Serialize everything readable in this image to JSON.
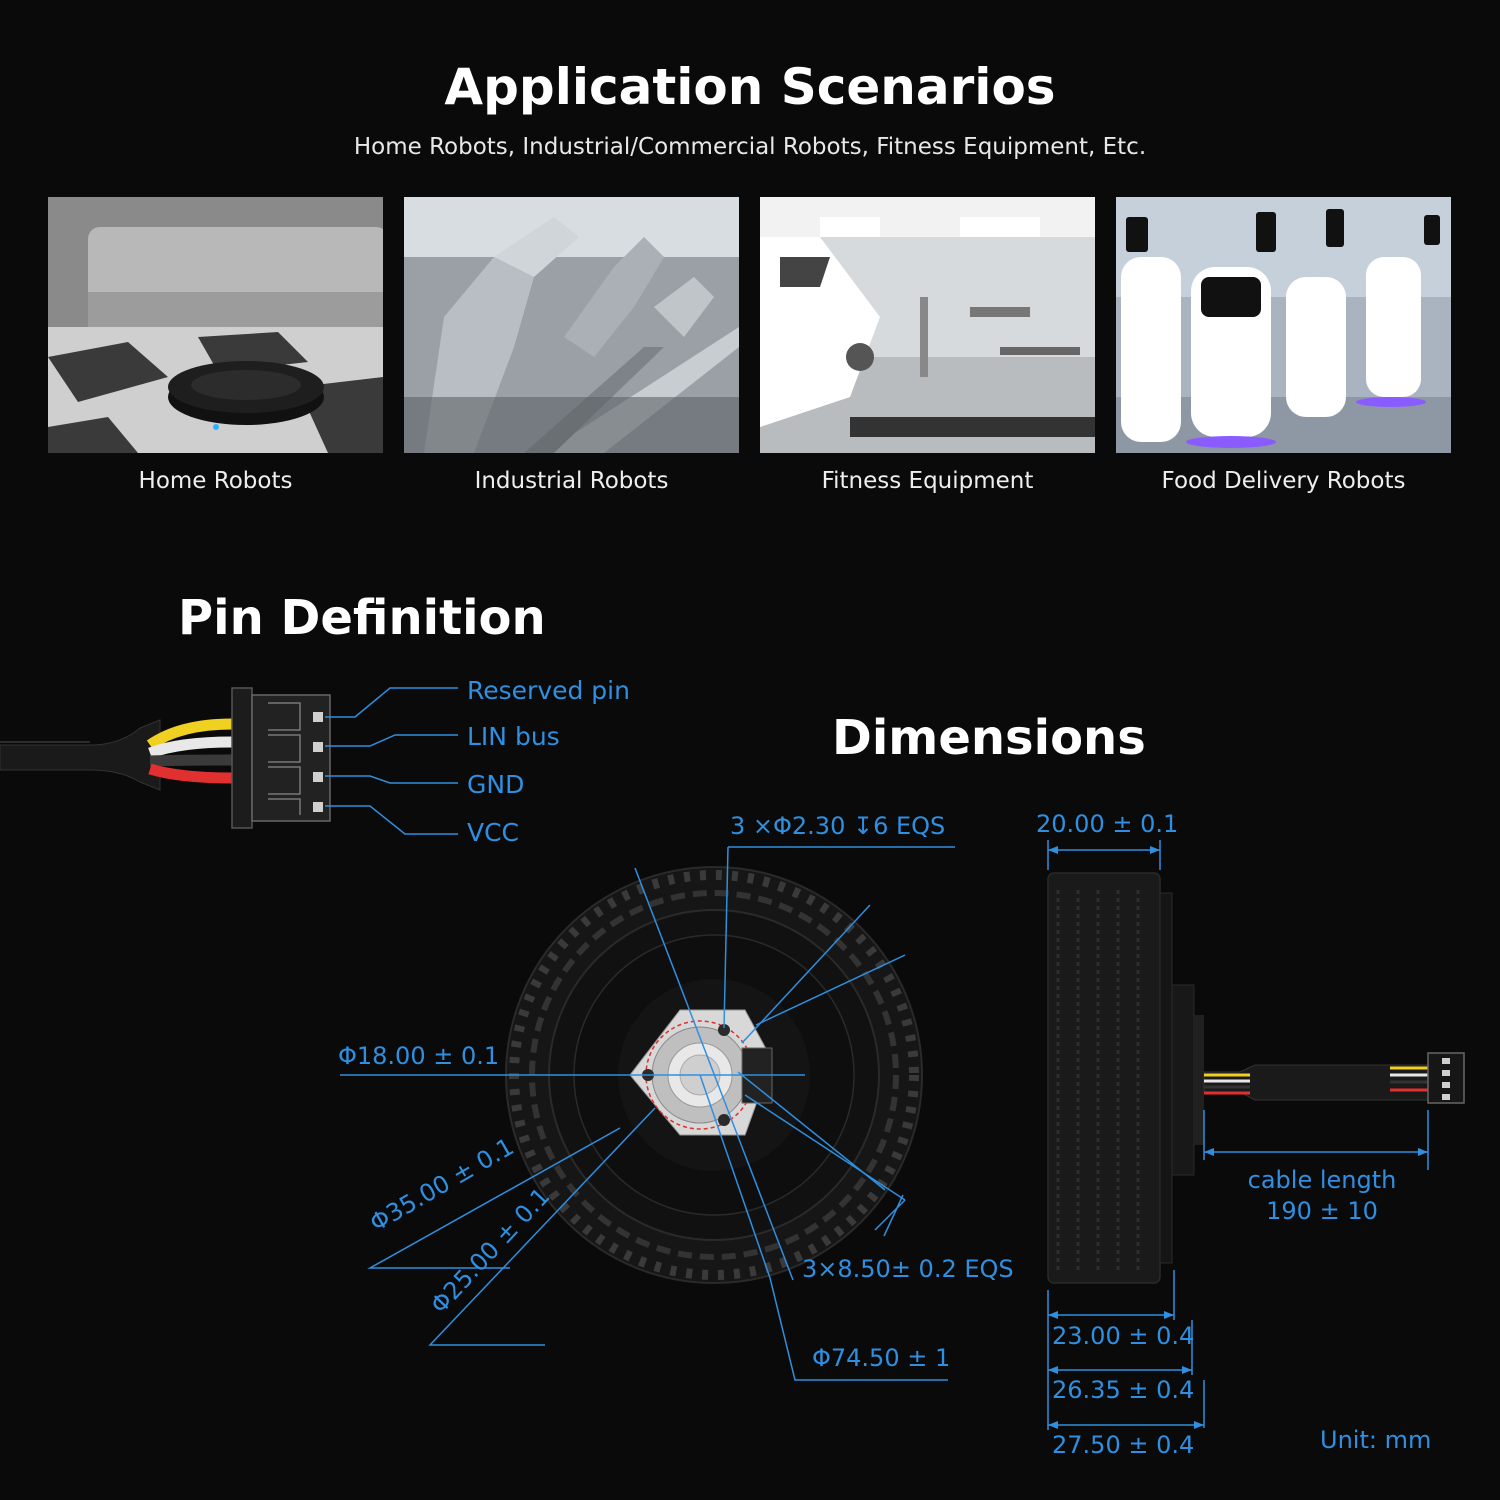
{
  "header": {
    "title": "Application Scenarios",
    "subtitle": "Home Robots, Industrial/Commercial Robots, Fitness Equipment, Etc."
  },
  "scenarios": [
    {
      "label": "Home Robots"
    },
    {
      "label": "Industrial Robots"
    },
    {
      "label": "Fitness Equipment"
    },
    {
      "label": "Food Delivery Robots"
    }
  ],
  "pins": {
    "title": "Pin Definition",
    "items": [
      "Reserved pin",
      "LIN bus",
      "GND",
      "VCC"
    ],
    "wire_colors": [
      "#f0d020",
      "#e8e8e8",
      "#222222",
      "#e03030"
    ]
  },
  "dimensions": {
    "title": "Dimensions",
    "hole_spec": "3 ×Φ2.30 ↧6 EQS",
    "shaft_dia": "Φ18.00 ± 0.1",
    "dia_35": "Φ35.00 ± 0.1",
    "dia_25": "Φ25.00 ± 0.1",
    "spacing": "3×8.50± 0.2 EQS",
    "outer_dia": "Φ74.50 ± 1",
    "width_20": "20.00 ± 0.1",
    "width_23": "23.00 ± 0.4",
    "width_2635": "26.35 ± 0.4",
    "width_2750": "27.50 ± 0.4",
    "cable_line1": "cable length",
    "cable_line2": "190 ± 10",
    "unit": "Unit: mm"
  },
  "colors": {
    "accent": "#2f8fe0",
    "background": "#0a0a0a"
  }
}
